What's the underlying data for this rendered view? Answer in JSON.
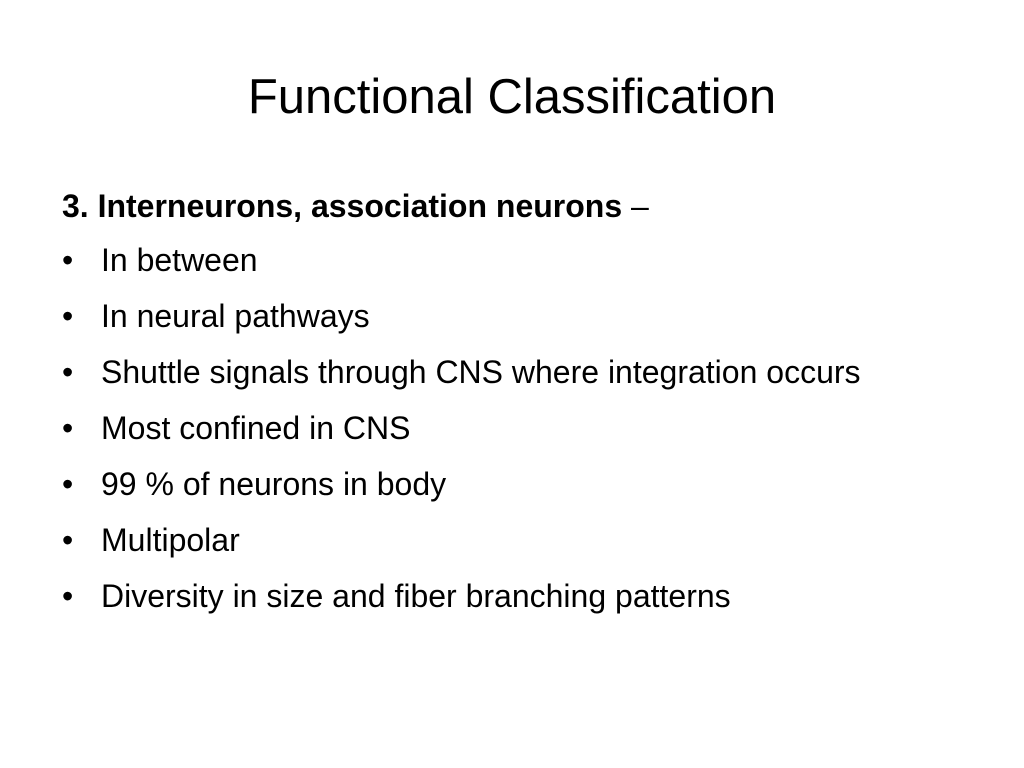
{
  "slide": {
    "title": "Functional Classification",
    "heading": {
      "bold_text": "3. Interneurons, association neurons",
      "suffix": " –"
    },
    "bullet_glyph": "•",
    "bullets": [
      "In between",
      "In neural pathways",
      "Shuttle signals through CNS where integration occurs",
      "Most confined in CNS",
      "99 % of neurons in body",
      "Multipolar",
      "Diversity in size and fiber branching patterns"
    ]
  }
}
